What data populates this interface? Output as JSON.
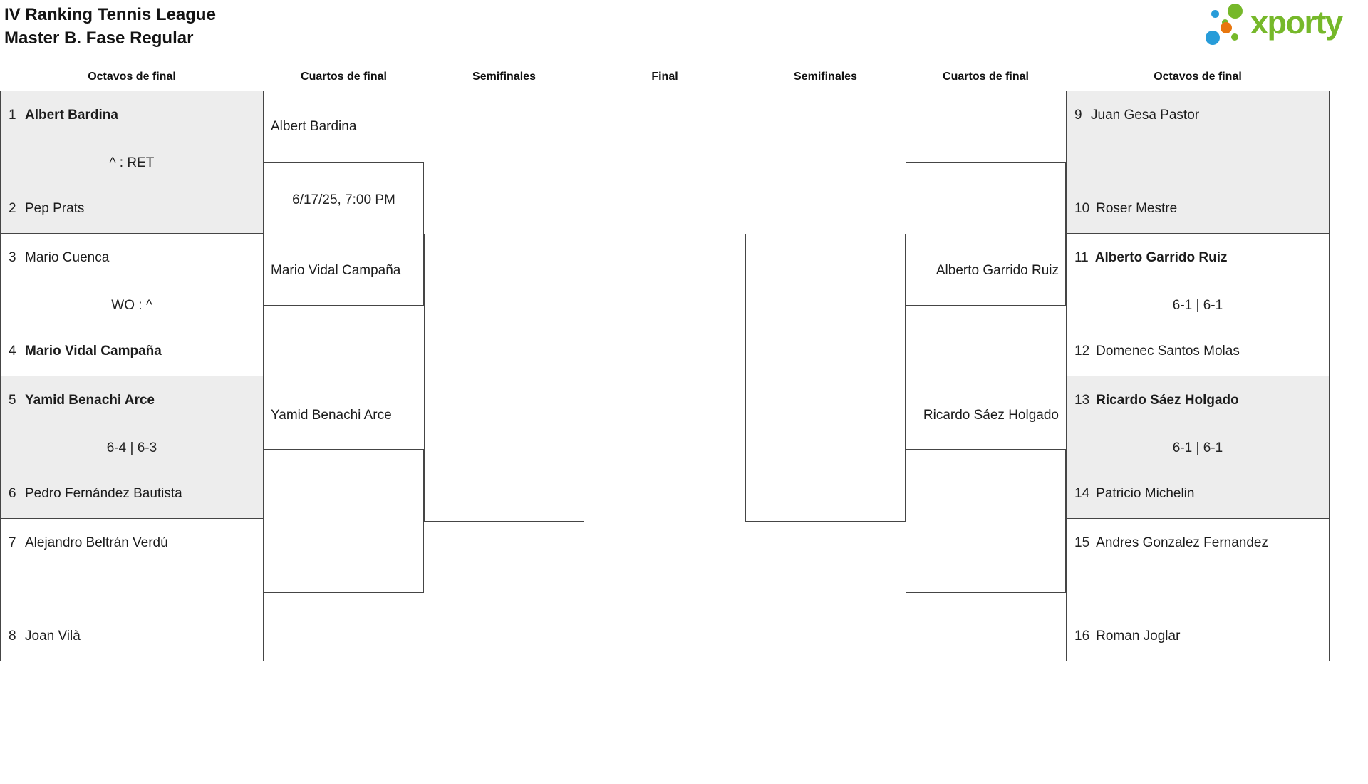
{
  "page": {
    "title_line1": "IV Ranking Tennis League",
    "title_line2": "Master B. Fase Regular"
  },
  "logo": {
    "brand": "xporty",
    "colors": {
      "green": "#76b82a",
      "blue": "#279cd9",
      "orange": "#e8770e"
    }
  },
  "rounds": {
    "r0": "Octavos de final",
    "r1": "Cuartos de final",
    "r2": "Semifinales",
    "r3": "Final",
    "r4": "Semifinales",
    "r5": "Cuartos de final",
    "r6": "Octavos de final"
  },
  "octavos_left": [
    {
      "p1": {
        "seed": "1",
        "name": "Albert Bardina",
        "winner": true
      },
      "result": "^ : RET",
      "p2": {
        "seed": "2",
        "name": "Pep Prats",
        "winner": false
      }
    },
    {
      "p1": {
        "seed": "3",
        "name": "Mario Cuenca",
        "winner": false
      },
      "result": "WO : ^",
      "p2": {
        "seed": "4",
        "name": "Mario Vidal Campaña",
        "winner": true
      }
    },
    {
      "p1": {
        "seed": "5",
        "name": "Yamid Benachi Arce",
        "winner": true
      },
      "result": "6-4 | 6-3",
      "p2": {
        "seed": "6",
        "name": "Pedro Fernández Bautista",
        "winner": false
      }
    },
    {
      "p1": {
        "seed": "7",
        "name": "Alejandro Beltrán Verdú",
        "winner": false
      },
      "result": "",
      "p2": {
        "seed": "8",
        "name": "Joan Vilà",
        "winner": false
      }
    }
  ],
  "octavos_right": [
    {
      "p1": {
        "seed": "9",
        "name": "Juan Gesa Pastor",
        "winner": false
      },
      "result": "",
      "p2": {
        "seed": "10",
        "name": "Roser Mestre",
        "winner": false
      }
    },
    {
      "p1": {
        "seed": "11",
        "name": "Alberto Garrido Ruiz",
        "winner": true
      },
      "result": "6-1 | 6-1",
      "p2": {
        "seed": "12",
        "name": "Domenec Santos Molas",
        "winner": false
      }
    },
    {
      "p1": {
        "seed": "13",
        "name": "Ricardo Sáez Holgado",
        "winner": true
      },
      "result": "6-1 | 6-1",
      "p2": {
        "seed": "14",
        "name": "Patricio Michelin",
        "winner": false
      }
    },
    {
      "p1": {
        "seed": "15",
        "name": "Andres Gonzalez Fernandez",
        "winner": false
      },
      "result": "",
      "p2": {
        "seed": "16",
        "name": "Roman Joglar",
        "winner": false
      }
    }
  ],
  "cuartos_left": {
    "slot1": "Albert Bardina",
    "match1_date": "6/17/25, 7:00 PM",
    "slot2": "Mario Vidal Campaña",
    "slot3": "Yamid Benachi Arce",
    "slot4": ""
  },
  "cuartos_right": {
    "slot1": "",
    "slot2": "Alberto Garrido Ruiz",
    "slot3": "Ricardo Sáez Holgado",
    "slot4": ""
  }
}
